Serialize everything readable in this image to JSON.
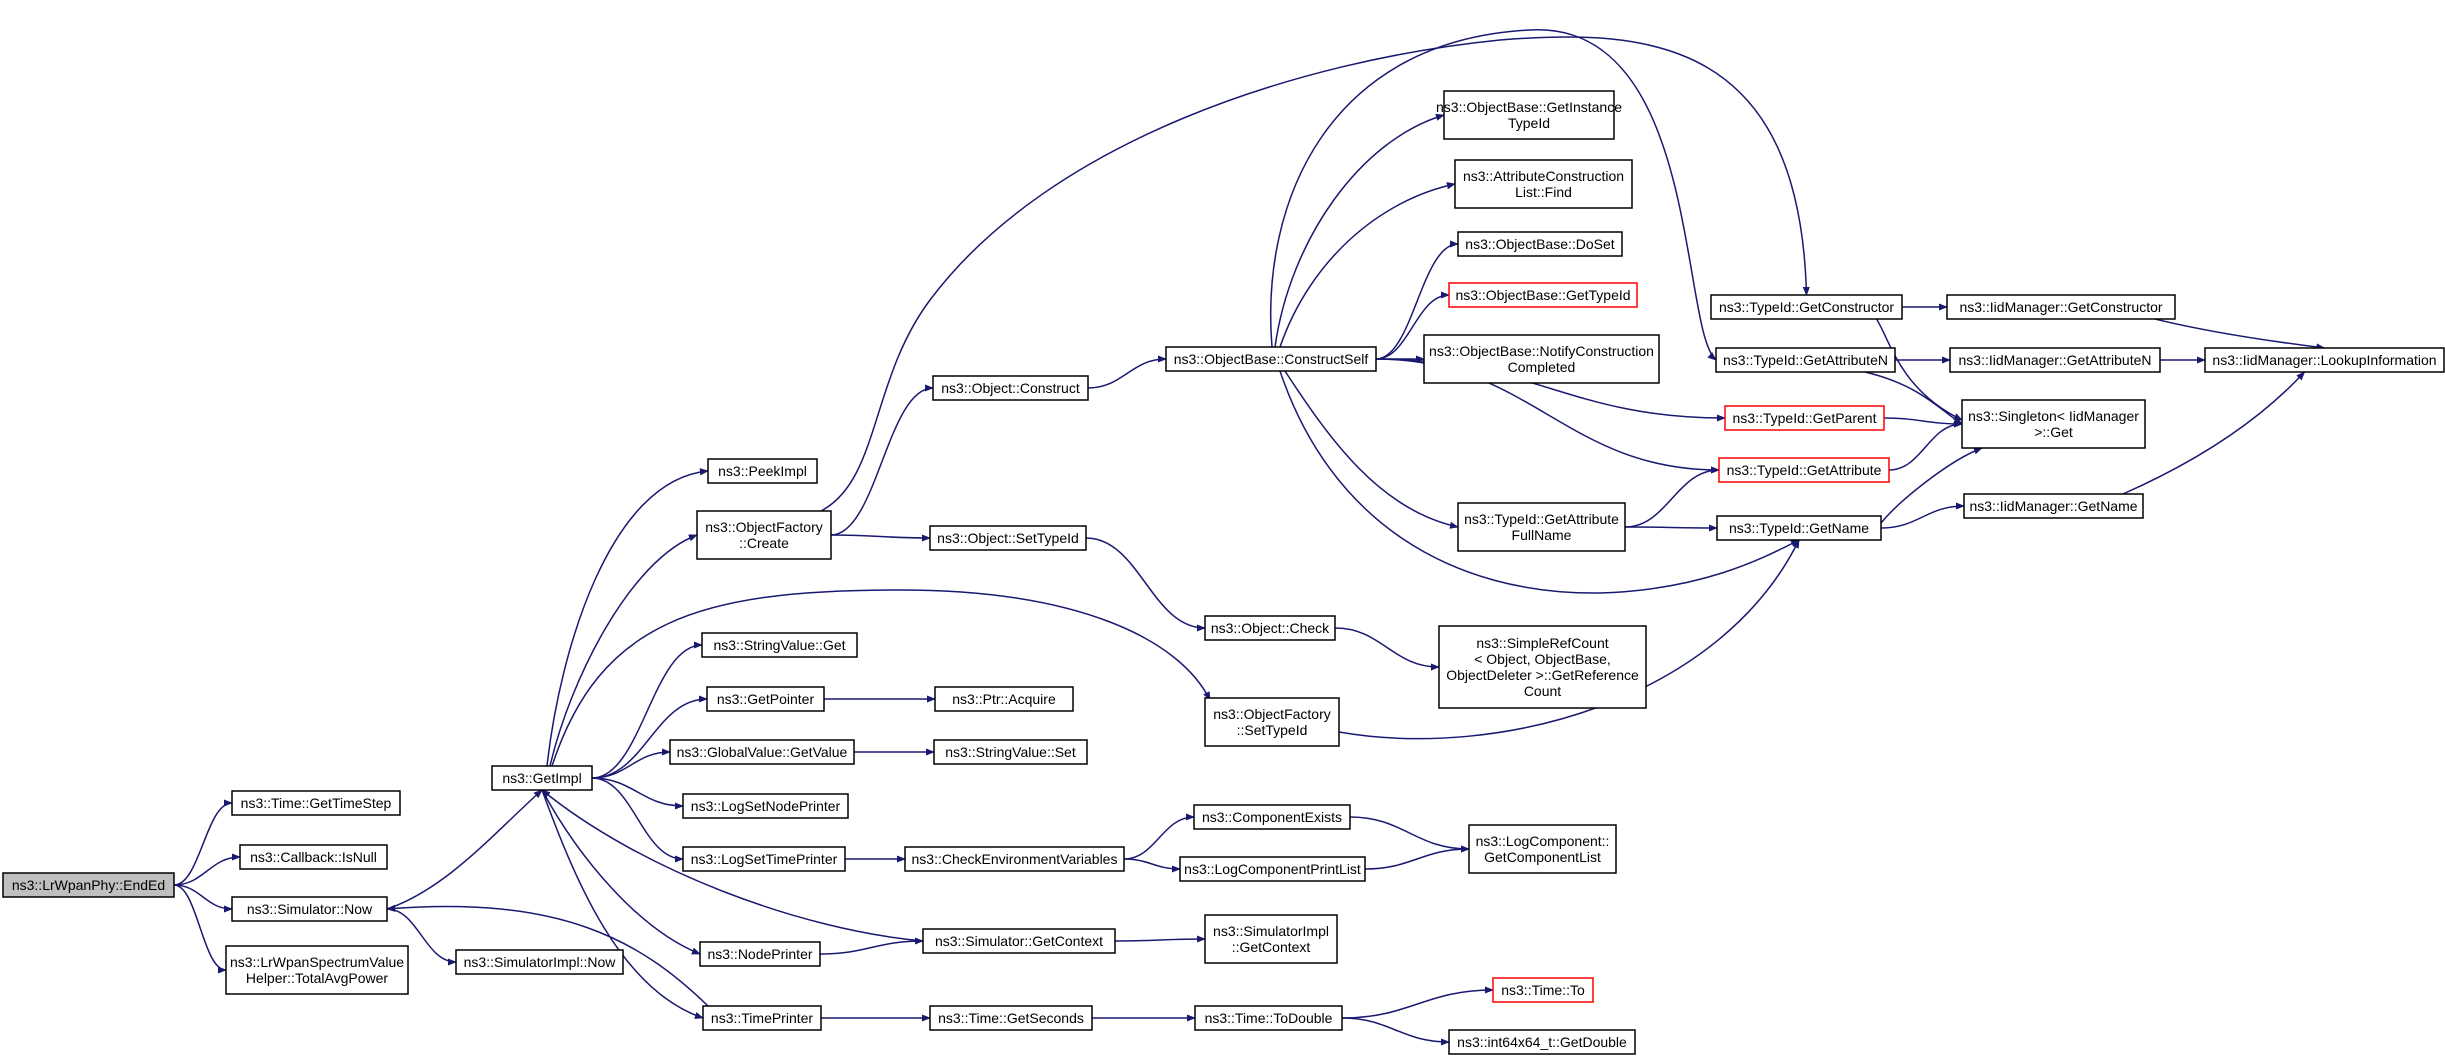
{
  "colors": {
    "edge": "#191970",
    "root_fill": "#bfbfbf",
    "node_border": "#000000",
    "truncated_border": "#ff0000"
  },
  "nodes": {
    "endEd": {
      "lines": [
        "ns3::LrWpanPhy::EndEd"
      ]
    },
    "getTimeStep": {
      "lines": [
        "ns3::Time::GetTimeStep"
      ]
    },
    "isNull": {
      "lines": [
        "ns3::Callback::IsNull"
      ]
    },
    "simNow": {
      "lines": [
        "ns3::Simulator::Now"
      ]
    },
    "totalAvgPower": {
      "lines": [
        "ns3::LrWpanSpectrumValue",
        "Helper::TotalAvgPower"
      ]
    },
    "simImplNow": {
      "lines": [
        "ns3::SimulatorImpl::Now"
      ]
    },
    "getImpl": {
      "lines": [
        "ns3::GetImpl"
      ]
    },
    "peekImpl": {
      "lines": [
        "ns3::PeekImpl"
      ]
    },
    "ofCreate": {
      "lines": [
        "ns3::ObjectFactory",
        "::Create"
      ]
    },
    "svGet": {
      "lines": [
        "ns3::StringValue::Get"
      ]
    },
    "getPointer": {
      "lines": [
        "ns3::GetPointer"
      ]
    },
    "gvGetValue": {
      "lines": [
        "ns3::GlobalValue::GetValue"
      ]
    },
    "logSetNodePrinter": {
      "lines": [
        "ns3::LogSetNodePrinter"
      ]
    },
    "logSetTimePrinter": {
      "lines": [
        "ns3::LogSetTimePrinter"
      ]
    },
    "nodePrinter": {
      "lines": [
        "ns3::NodePrinter"
      ]
    },
    "timePrinter": {
      "lines": [
        "ns3::TimePrinter"
      ]
    },
    "objConstruct": {
      "lines": [
        "ns3::Object::Construct"
      ]
    },
    "objSetTypeId": {
      "lines": [
        "ns3::Object::SetTypeId"
      ]
    },
    "ptrAcquire": {
      "lines": [
        "ns3::Ptr::Acquire"
      ]
    },
    "svSet": {
      "lines": [
        "ns3::StringValue::Set"
      ]
    },
    "checkEnv": {
      "lines": [
        "ns3::CheckEnvironmentVariables"
      ]
    },
    "simGetContext": {
      "lines": [
        "ns3::Simulator::GetContext"
      ]
    },
    "timeGetSeconds": {
      "lines": [
        "ns3::Time::GetSeconds"
      ]
    },
    "constructSelf": {
      "lines": [
        "ns3::ObjectBase::ConstructSelf"
      ]
    },
    "objCheck": {
      "lines": [
        "ns3::Object::Check"
      ]
    },
    "ofSetTypeId": {
      "lines": [
        "ns3::ObjectFactory",
        "::SetTypeId"
      ]
    },
    "componentExists": {
      "lines": [
        "ns3::ComponentExists"
      ]
    },
    "logCompPrintList": {
      "lines": [
        "ns3::LogComponentPrintList"
      ]
    },
    "simImplGetContext": {
      "lines": [
        "ns3::SimulatorImpl",
        "::GetContext"
      ]
    },
    "timeToDouble": {
      "lines": [
        "ns3::Time::ToDouble"
      ]
    },
    "getInstanceTypeId": {
      "lines": [
        "ns3::ObjectBase::GetInstance",
        "TypeId"
      ]
    },
    "aclFind": {
      "lines": [
        "ns3::AttributeConstruction",
        "List::Find"
      ]
    },
    "obDoSet": {
      "lines": [
        "ns3::ObjectBase::DoSet"
      ]
    },
    "obGetTypeId": {
      "lines": [
        "ns3::ObjectBase::GetTypeId"
      ],
      "truncated": true
    },
    "notifyConstruction": {
      "lines": [
        "ns3::ObjectBase::NotifyConstruction",
        "Completed"
      ]
    },
    "getAttrFullName": {
      "lines": [
        "ns3::TypeId::GetAttribute",
        "FullName"
      ]
    },
    "simpleRefCount": {
      "lines": [
        "ns3::SimpleRefCount",
        "< Object, ObjectBase,",
        "ObjectDeleter >::GetReference",
        "Count"
      ]
    },
    "lcGetComponentList": {
      "lines": [
        "ns3::LogComponent::",
        "GetComponentList"
      ]
    },
    "timeTo": {
      "lines": [
        "ns3::Time::To"
      ],
      "truncated": true
    },
    "int64GetDouble": {
      "lines": [
        "ns3::int64x64_t::GetDouble"
      ]
    },
    "tidGetConstructor": {
      "lines": [
        "ns3::TypeId::GetConstructor"
      ]
    },
    "tidGetAttributeN": {
      "lines": [
        "ns3::TypeId::GetAttributeN"
      ]
    },
    "tidGetParent": {
      "lines": [
        "ns3::TypeId::GetParent"
      ],
      "truncated": true
    },
    "tidGetAttribute": {
      "lines": [
        "ns3::TypeId::GetAttribute"
      ],
      "truncated": true
    },
    "tidGetName": {
      "lines": [
        "ns3::TypeId::GetName"
      ]
    },
    "imGetConstructor": {
      "lines": [
        "ns3::IidManager::GetConstructor"
      ]
    },
    "imGetAttributeN": {
      "lines": [
        "ns3::IidManager::GetAttributeN"
      ]
    },
    "singletonGet": {
      "lines": [
        "ns3::Singleton< IidManager",
        ">::Get"
      ]
    },
    "imGetName": {
      "lines": [
        "ns3::IidManager::GetName"
      ]
    },
    "imLookup": {
      "lines": [
        "ns3::IidManager::LookupInformation"
      ]
    }
  }
}
